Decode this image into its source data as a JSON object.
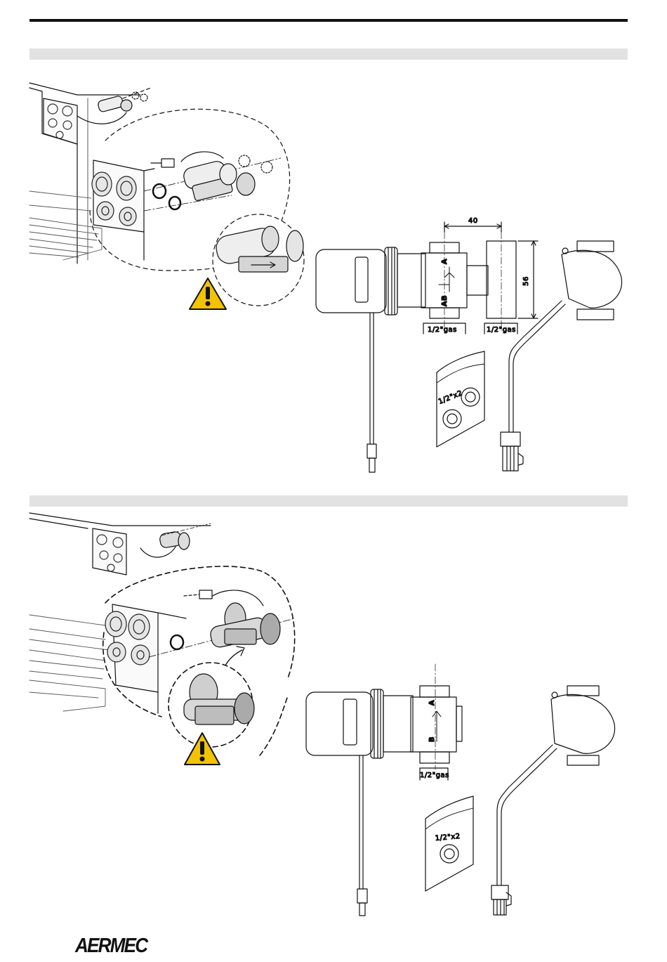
{
  "brand": {
    "logo_text": "AERMEC"
  },
  "section1": {
    "dim_width": "40",
    "dim_height": "56",
    "port_a": "A",
    "port_ab": "AB",
    "thread_left": "1/2\"gas",
    "thread_right": "1/2\"gas",
    "gasket_bag": "1/2\"x2",
    "warning_icon": "warning-triangle-icon"
  },
  "section2": {
    "port_a": "A",
    "port_b": "B",
    "thread": "1/2\"gas",
    "gasket_bag": "1/2\"x2",
    "warning_icon": "warning-triangle-icon"
  }
}
